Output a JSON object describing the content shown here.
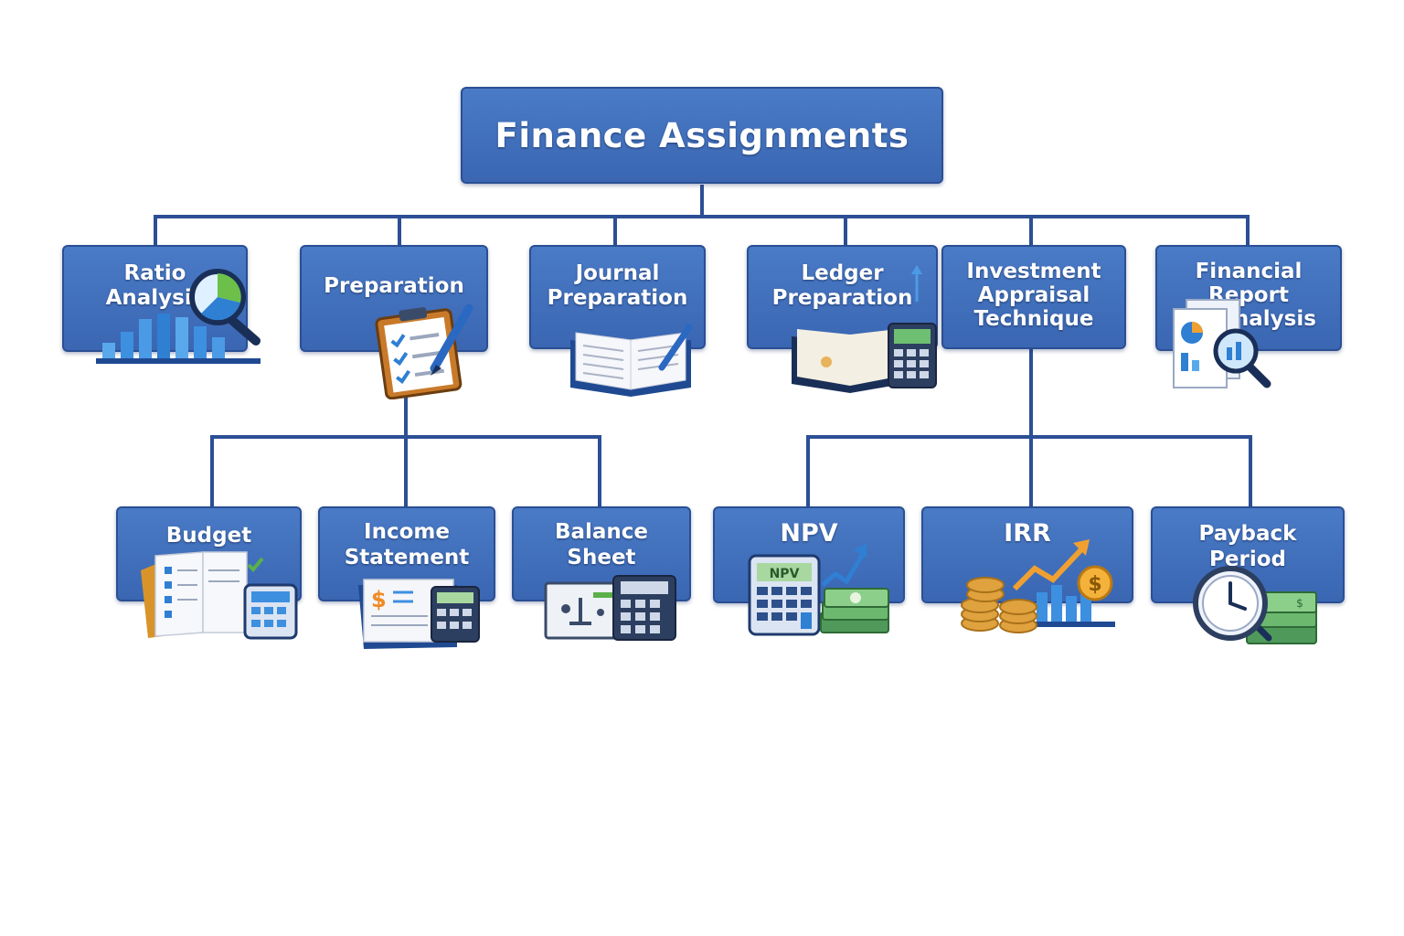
{
  "diagram": {
    "root": {
      "title": "Finance Assignments"
    },
    "nodes": [
      {
        "id": "ratio-analysis",
        "lines": [
          "Ratio",
          "Analysis"
        ],
        "icon": "bar-chart-magnifier-icon"
      },
      {
        "id": "preparation",
        "lines": [
          "Preparation"
        ],
        "icon": "clipboard-checklist-icon"
      },
      {
        "id": "journal-preparation",
        "lines": [
          "Journal",
          "Preparation"
        ],
        "icon": "open-book-pen-icon"
      },
      {
        "id": "ledger-preparation",
        "lines": [
          "Ledger",
          "Preparation"
        ],
        "icon": "ledger-calculator-icon"
      },
      {
        "id": "investment-appraisal",
        "lines": [
          "Investment",
          "Appraisal",
          "Technique"
        ],
        "icon": "none"
      },
      {
        "id": "financial-report",
        "lines": [
          "Financial",
          "Report",
          "Analysis"
        ],
        "icon": "report-magnifier-icon"
      },
      {
        "id": "budget",
        "lines": [
          "Budget"
        ],
        "icon": "budget-book-calculator-icon"
      },
      {
        "id": "income-statement",
        "lines": [
          "Income",
          "Statement"
        ],
        "icon": "statement-calculator-icon"
      },
      {
        "id": "balance-sheet",
        "lines": [
          "Balance",
          "Sheet"
        ],
        "icon": "balance-sheet-calculator-icon"
      },
      {
        "id": "npv",
        "lines": [
          "NPV"
        ],
        "icon": "npv-calculator-cash-icon"
      },
      {
        "id": "irr",
        "lines": [
          "IRR"
        ],
        "icon": "coins-growth-chart-icon"
      },
      {
        "id": "payback-period",
        "lines": [
          "Payback",
          "Period"
        ],
        "icon": "clock-cash-icon"
      }
    ],
    "icon_text": {
      "npv_screen": "NPV",
      "dollar": "$",
      "cash": "$"
    },
    "colors": {
      "box": "#3f6fbd",
      "border": "#2a4f93",
      "connector": "#2c4f95"
    }
  }
}
